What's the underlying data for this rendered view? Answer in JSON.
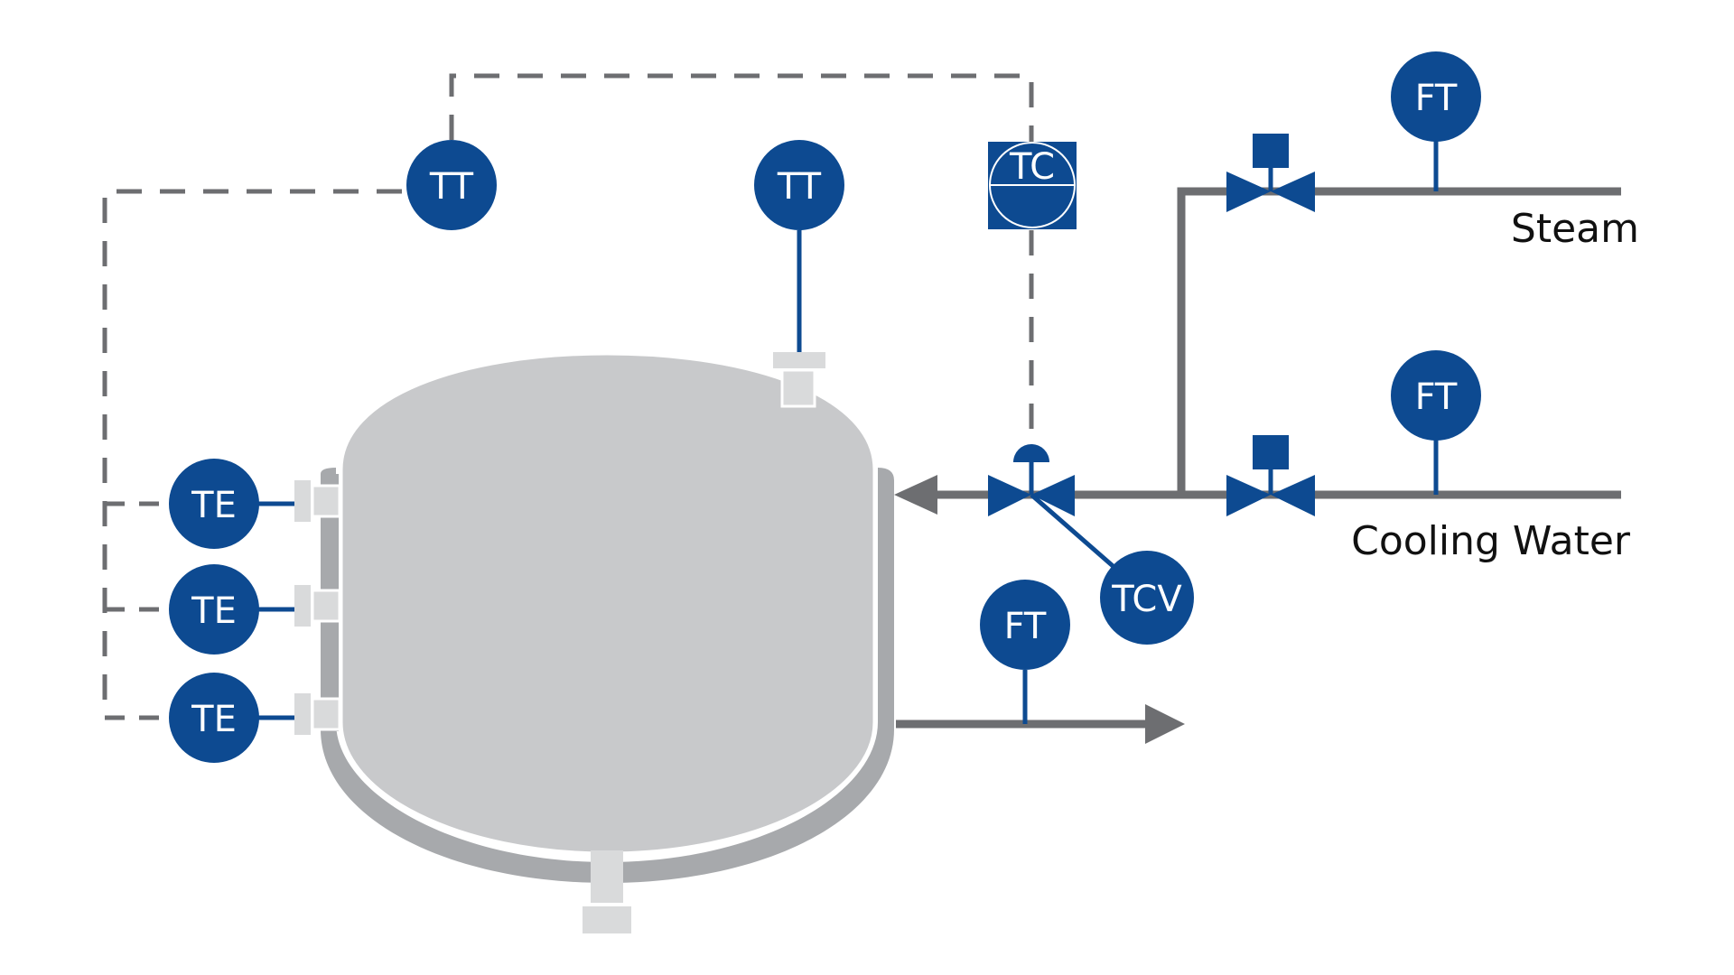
{
  "colors": {
    "instrument": "#0d4a91",
    "pipe": "#6d6e71",
    "vessel": "#c8c9cb",
    "jacket": "#a7a9ac",
    "nozzle": "#d9dadb",
    "signal": "#6d6e71"
  },
  "instruments": {
    "tt_top": "TT",
    "tt_left": "TT",
    "tc": "TC",
    "ft_steam": "FT",
    "ft_cooling": "FT",
    "ft_outlet": "FT",
    "tcv": "TCV",
    "te_1": "TE",
    "te_2": "TE",
    "te_3": "TE"
  },
  "labels": {
    "steam": "Steam",
    "cooling_water": "Cooling Water"
  }
}
